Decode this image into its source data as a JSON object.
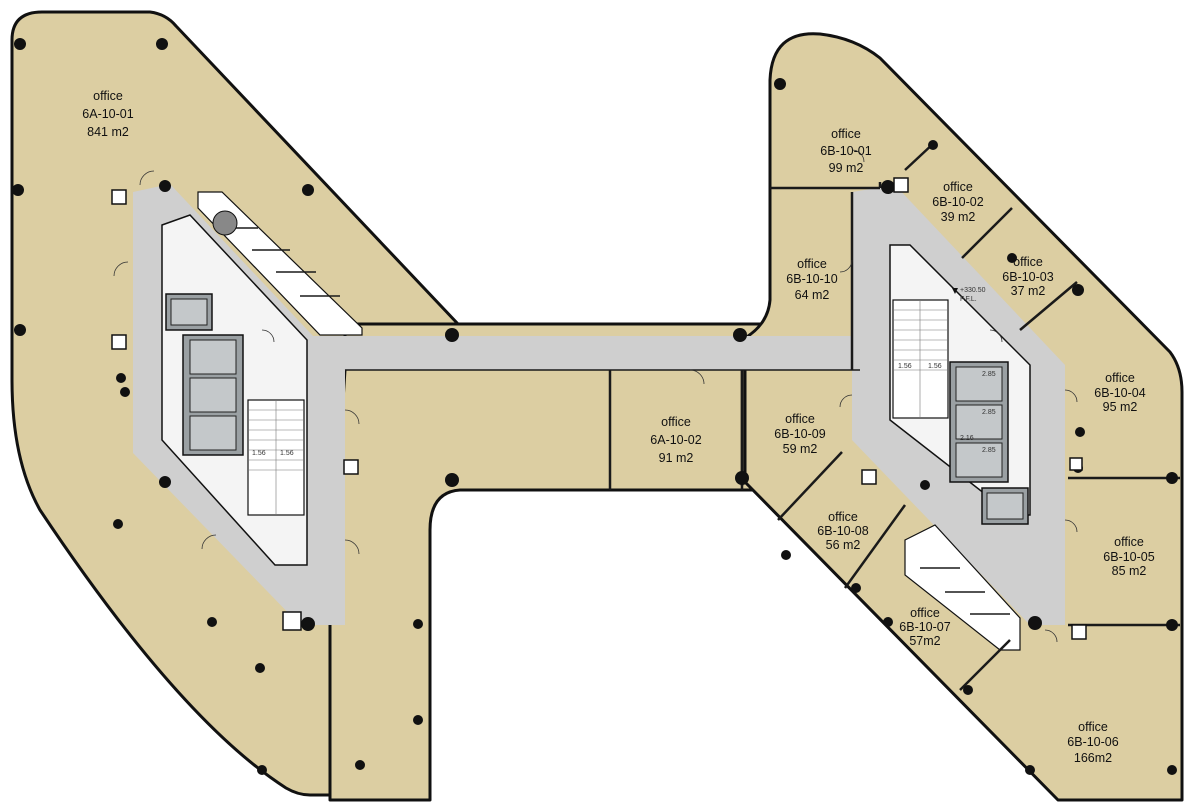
{
  "rooms": [
    {
      "id": "6A-10-01",
      "type": "office",
      "area": "841 m2"
    },
    {
      "id": "6A-10-02",
      "type": "office",
      "area": "91 m2"
    },
    {
      "id": "6B-10-01",
      "type": "office",
      "area": "99 m2"
    },
    {
      "id": "6B-10-02",
      "type": "office",
      "area": "39 m2"
    },
    {
      "id": "6B-10-03",
      "type": "office",
      "area": "37 m2"
    },
    {
      "id": "6B-10-04",
      "type": "office",
      "area": "95 m2"
    },
    {
      "id": "6B-10-05",
      "type": "office",
      "area": "85 m2"
    },
    {
      "id": "6B-10-06",
      "type": "office",
      "area": "166m2"
    },
    {
      "id": "6B-10-07",
      "type": "office",
      "area": "57m2"
    },
    {
      "id": "6B-10-08",
      "type": "office",
      "area": "56 m2"
    },
    {
      "id": "6B-10-09",
      "type": "office",
      "area": "59 m2"
    },
    {
      "id": "6B-10-10",
      "type": "office",
      "area": "64 m2"
    }
  ],
  "dimension_labels": [
    "1.56",
    "1.56",
    "1.56",
    "1.56",
    "2.85",
    "2.85",
    "2.85",
    "2.16"
  ],
  "level_marker": {
    "value": "+330.50",
    "unit": "F.F.L."
  },
  "colors": {
    "floor": "#dccea2",
    "corridor": "#cfcfcf",
    "wall": "#111111",
    "lift_core": "#9aa0a3"
  }
}
